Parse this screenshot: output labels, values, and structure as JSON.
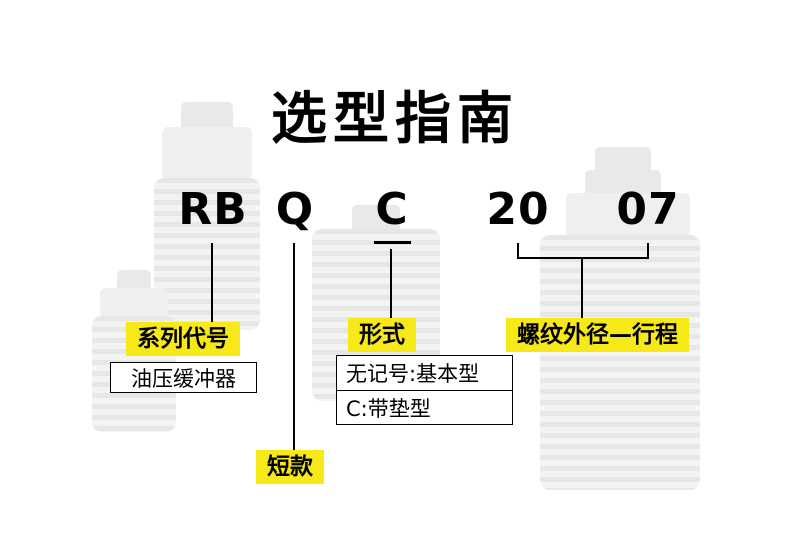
{
  "page": {
    "title": "选型指南"
  },
  "model_code": {
    "parts": [
      {
        "label": "RB"
      },
      {
        "label": "Q"
      },
      {
        "label": "C"
      },
      {
        "label": "20"
      },
      {
        "label": "07"
      }
    ]
  },
  "annotations": {
    "series_tag": "系列代号",
    "series_desc": "油压缓冲器",
    "form_tag": "形式",
    "form_option_basic": "无记号:基本型",
    "form_option_pad": "C:带垫型",
    "thread_tag": "螺纹外径—行程",
    "short_tag": "短款"
  },
  "icons": {
    "left_back_image": "shock-absorber-ghost-large",
    "left_front_image": "shock-absorber-ghost-small",
    "middle_image": "shock-absorber-ghost-medium",
    "right_image": "shock-absorber-ghost-xlarge"
  },
  "colors": {
    "highlight_yellow": "#f7e918",
    "text_black": "#000000",
    "ghost_gray": "#efefef",
    "background": "#ffffff"
  }
}
